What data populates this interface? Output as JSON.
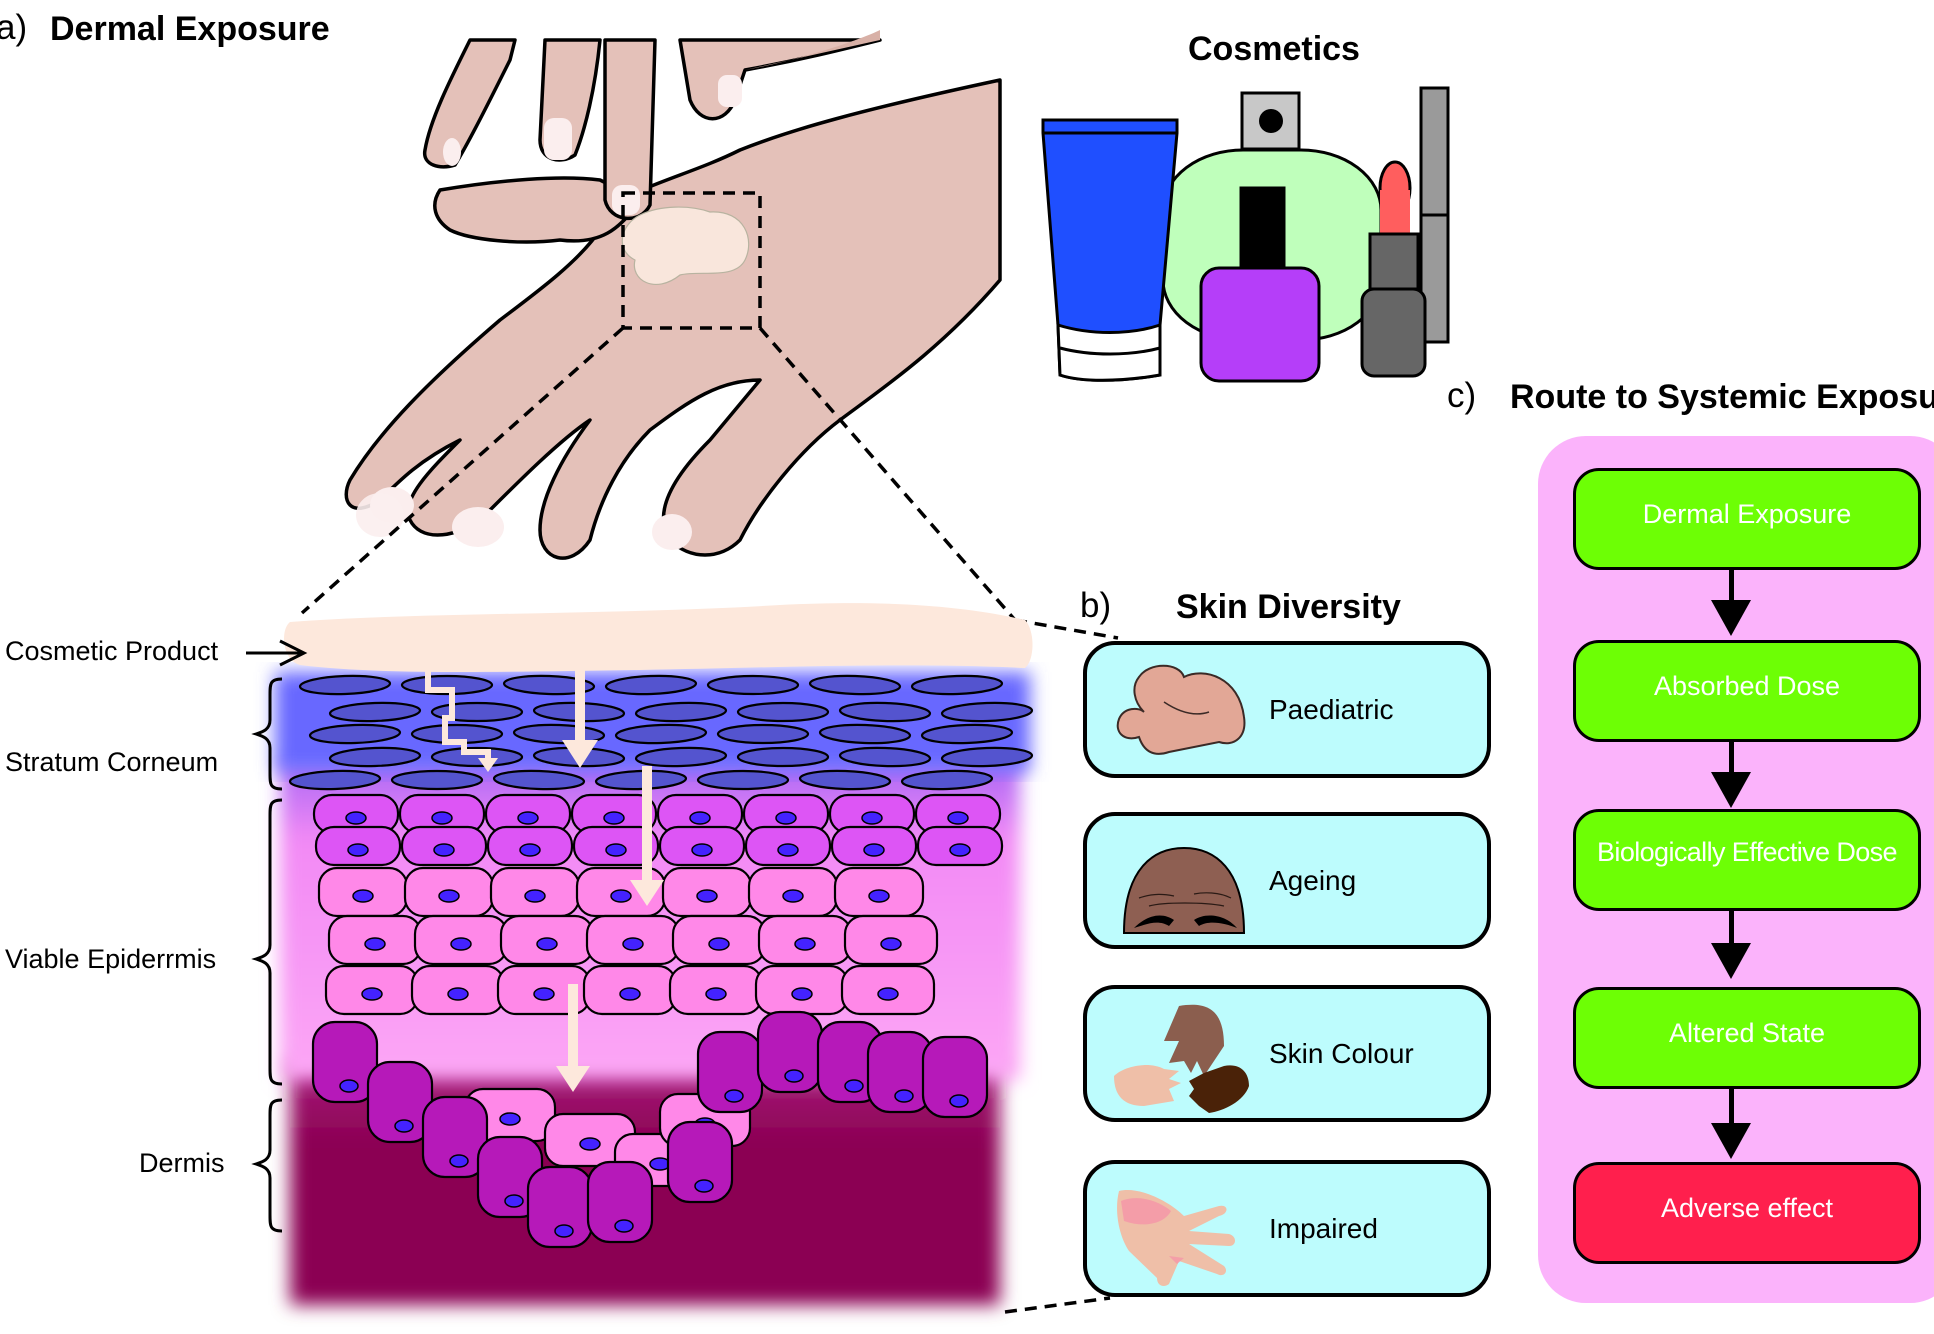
{
  "panel_a": {
    "label": "a)",
    "title": "Dermal Exposure",
    "cosmetics_title": "Cosmetics",
    "layers": [
      {
        "name": "Cosmetic Product"
      },
      {
        "name": "Stratum Corneum"
      },
      {
        "name": "Viable Epiderrmis"
      },
      {
        "name": "Dermis"
      }
    ]
  },
  "panel_b": {
    "label": "b)",
    "title": "Skin Diversity",
    "items": [
      {
        "label": "Paediatric",
        "icon": "baby-legs-icon"
      },
      {
        "label": "Ageing",
        "icon": "wrinkled-forehead-icon"
      },
      {
        "label": "Skin Colour",
        "icon": "diverse-hands-icon"
      },
      {
        "label": "Impaired",
        "icon": "damaged-skin-hand-icon"
      }
    ]
  },
  "panel_c": {
    "label": "c)",
    "title": "Route to Systemic Exposure",
    "steps": [
      {
        "label": "Dermal Exposure",
        "type": "stage"
      },
      {
        "label": "Absorbed Dose",
        "type": "stage"
      },
      {
        "label": "Biologically Effective Dose",
        "type": "stage"
      },
      {
        "label": "Altered State",
        "type": "stage"
      },
      {
        "label": "Adverse effect",
        "type": "outcome"
      }
    ]
  },
  "colors": {
    "flow_panel": "#fbb3fb",
    "stage_box": "#6dff05",
    "outcome_box": "#ff1f4d",
    "diversity_box": "#bdfcfd",
    "skin_tone": "#e4c1b9",
    "cosmetic_product": "#fde8dc",
    "stratum_corneum": "#5a5ad8",
    "epidermis_cell_upper": "#dd55f5",
    "epidermis_cell_lower": "#ff88e8",
    "dermis": "#8b0052"
  }
}
